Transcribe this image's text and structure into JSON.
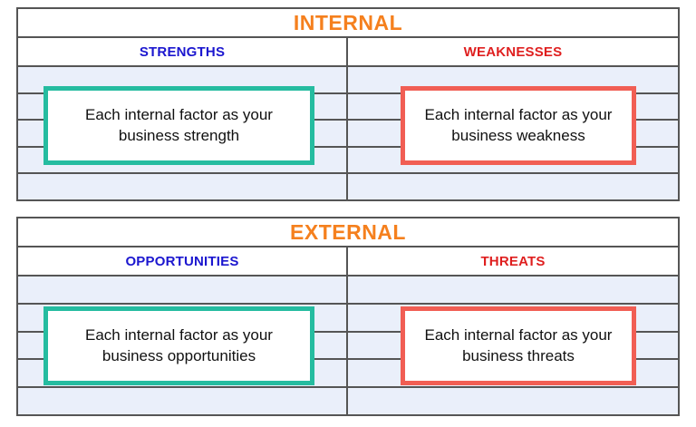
{
  "sections": [
    {
      "id": "internal",
      "title": "INTERNAL",
      "left": {
        "header": "STRENGTHS",
        "note": "Each internal factor as your business strength"
      },
      "right": {
        "header": "WEAKNESSES",
        "note": "Each internal factor as your business weakness"
      },
      "empty_rows": 5
    },
    {
      "id": "external",
      "title": "EXTERNAL",
      "left": {
        "header": "OPPORTUNITIES",
        "note": "Each internal factor as your business opportunities"
      },
      "right": {
        "header": "THREATS",
        "note": "Each internal factor as your business threats"
      },
      "empty_rows": 5
    }
  ],
  "colors": {
    "title": "#F5801E",
    "left_header": "#1B16CF",
    "right_header": "#DF1F1F",
    "left_box_border": "#25BCA0",
    "right_box_border": "#F15E54",
    "row_fill": "#EAEFFA",
    "grid_line": "#555555"
  }
}
